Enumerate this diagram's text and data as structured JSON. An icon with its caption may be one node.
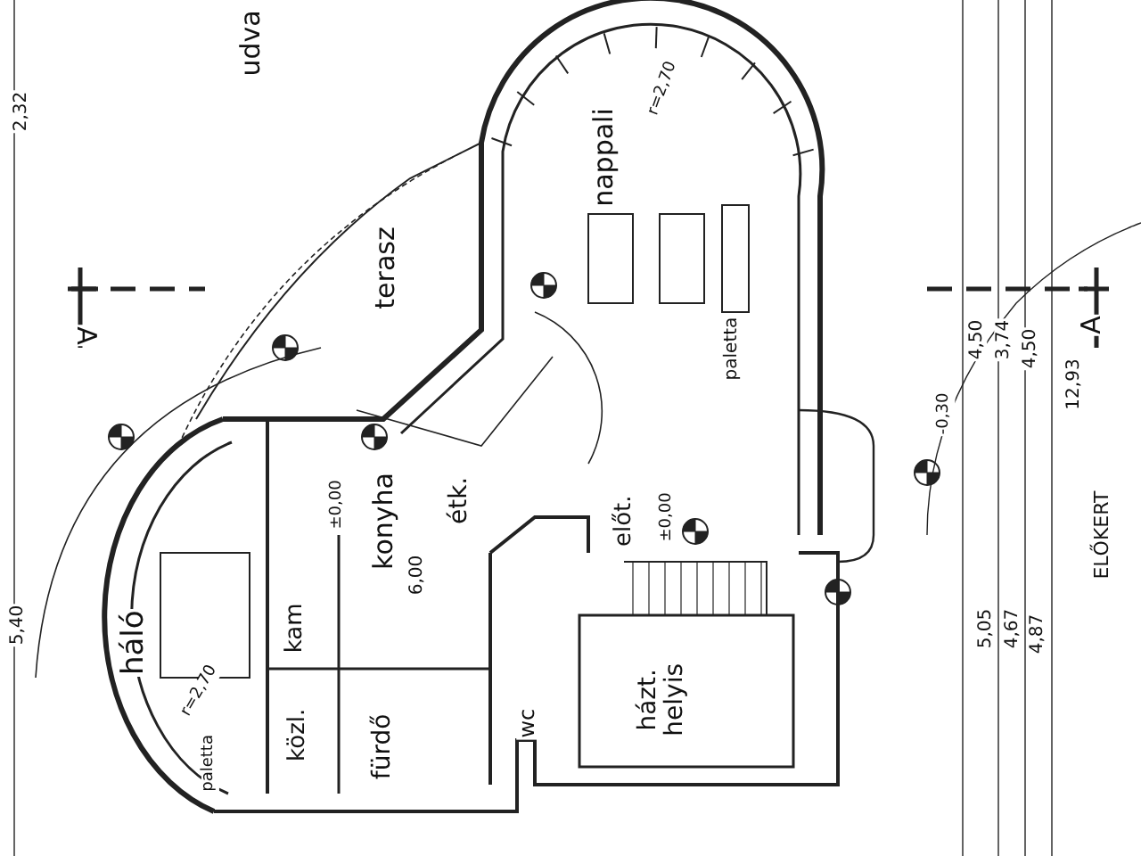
{
  "diagram": {
    "labels": [
      "udva",
      "terasz",
      "nappali",
      "paletta",
      "konyha",
      "étk.",
      "háló",
      "kam",
      "közl.",
      "fürdő",
      "wc",
      "előt.",
      "házt. helyis",
      "ELŐKERT",
      "A",
      "A",
      "4,50",
      "3,74",
      "4,50",
      "12,93",
      "5,05",
      "4,67",
      "4,87",
      "2,32",
      "5,40",
      "6,00",
      "±0,00",
      "±0,00",
      "-0,30",
      "r=2,70",
      "r=2,70",
      "paletta"
    ]
  }
}
